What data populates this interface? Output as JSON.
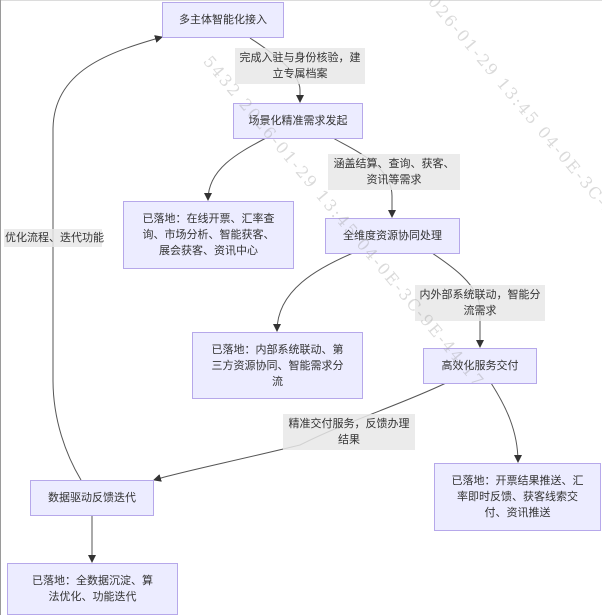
{
  "diagram": {
    "nodes": {
      "access": "多主体智能化接入",
      "demand": "场景化精准需求发起",
      "demand_landed": "已落地：在线开票、汇率查询、市场分析、智能获客、展会获客、资讯中心",
      "resource": "全维度资源协同处理",
      "resource_landed": "已落地：内部系统联动、第三方资源协同、智能需求分流",
      "delivery": "高效化服务交付",
      "delivery_landed": "已落地：开票结果推送、汇率即时反馈、获客线索交付、资讯推送",
      "feedback": "数据驱动反馈迭代",
      "feedback_landed": "已落地：全数据沉淀、算法优化、功能迭代"
    },
    "edge_labels": {
      "access_to_demand": "完成入驻与身份核验，建立专属档案",
      "demand_to_resource": "涵盖结算、查询、获客、资讯等需求",
      "resource_to_delivery": "内外部系统联动，智能分流需求",
      "delivery_to_feedback": "精准交付服务，反馈办理结果",
      "feedback_to_access": "优化流程、迭代功能"
    },
    "colors": {
      "node_fill": "#ececff",
      "node_border": "#b6a8ea",
      "edge": "#555555",
      "label_bg": "#e8e8e8"
    }
  },
  "watermark": {
    "line1": "5432  2026-01-29  13:45  04-0E-3C-9E-44-17",
    "line2": "5432  2026-01-29  13:45  04-0E-3C-9E-44-17"
  }
}
